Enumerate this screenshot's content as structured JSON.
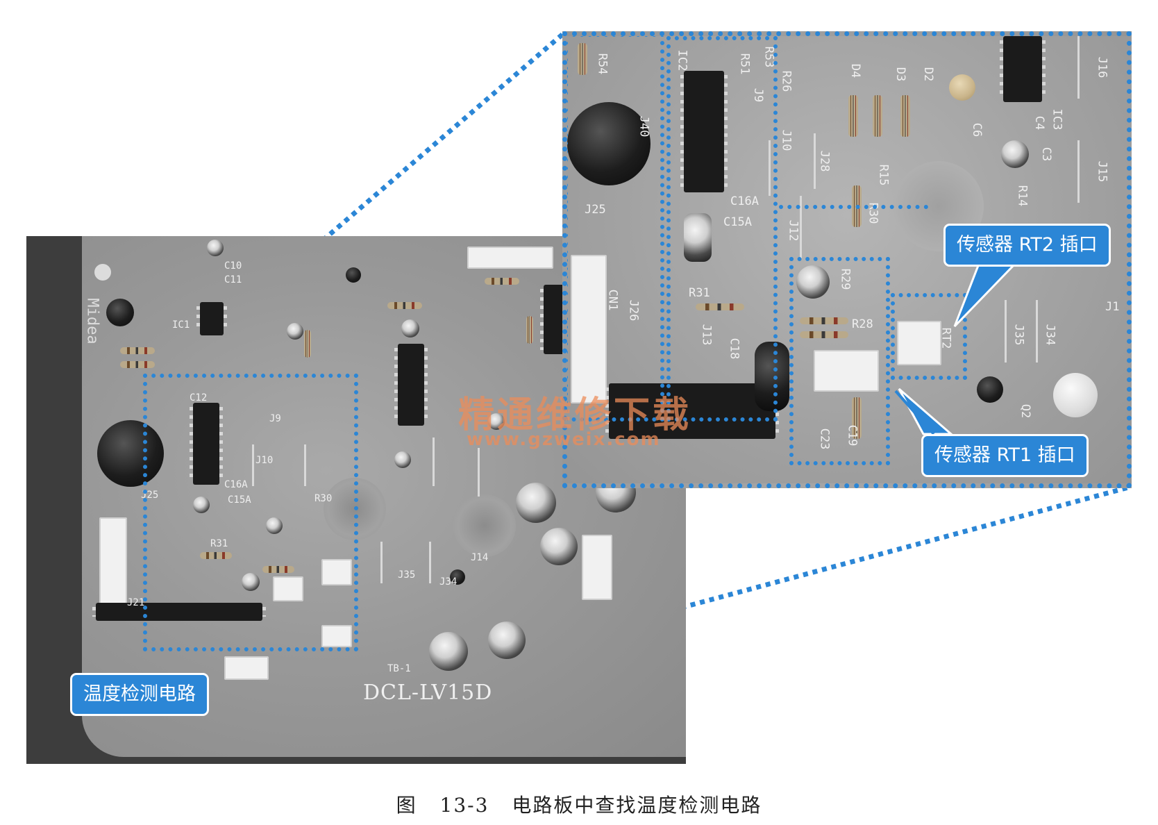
{
  "figure": {
    "caption": "图 13-3  电路板中查找温度检测电路",
    "model_label": "DCL-LV15D",
    "brand_label": "Midea"
  },
  "callouts": {
    "temp_circuit": "温度检测电路",
    "rt2_socket": "传感器 RT2 插口",
    "rt1_socket": "传感器 RT1 插口"
  },
  "watermark": {
    "site_name": "精通维修下载",
    "url": "www.gzweix.com"
  },
  "silkscreen": {
    "main": [
      "C10",
      "C11",
      "IC1",
      "J25",
      "J21",
      "R31",
      "C16A",
      "C15A",
      "J14",
      "J34",
      "J35",
      "TB-1",
      "C12",
      "J9",
      "J10",
      "R30"
    ],
    "inset": [
      "R54",
      "IC2",
      "R51",
      "R53",
      "J9",
      "R26",
      "J40",
      "J10",
      "J25",
      "C16A",
      "C15A",
      "R31",
      "J13",
      "C18",
      "J26",
      "CN1",
      "R29",
      "R28",
      "RT2",
      "J35",
      "J34",
      "C23",
      "C19",
      "D4",
      "D3",
      "D2",
      "R15",
      "J28",
      "R30",
      "J12",
      "C6",
      "C4",
      "C3",
      "IC3",
      "J16",
      "J15",
      "R14",
      "Q2",
      "J1"
    ]
  },
  "colors": {
    "accent": "#2b86d6",
    "watermark": "#eb8c5a"
  }
}
